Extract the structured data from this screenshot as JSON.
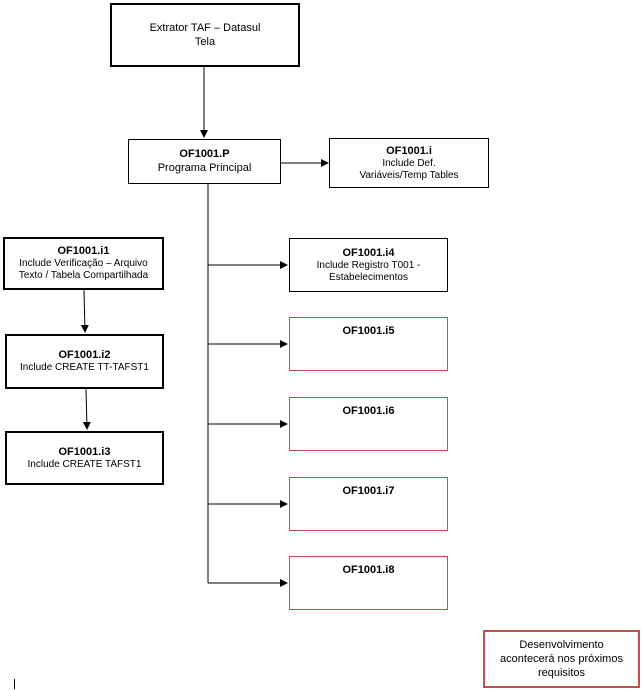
{
  "colors": {
    "line": "#000000",
    "red_border": "#c0504d"
  },
  "nodes": {
    "extrator": {
      "line1": "Extrator TAF – Datasul",
      "line2": "Tela"
    },
    "main": {
      "title": "OF1001.P",
      "subtitle": "Programa Principal"
    },
    "i": {
      "title": "OF1001.i",
      "desc": "Include Def. Variáveis/Temp Tables"
    },
    "i1": {
      "title": "OF1001.i1",
      "desc": "Include Verificação – Arquivo Texto / Tabela Compartilhada"
    },
    "i2": {
      "title": "OF1001.i2",
      "desc": "Include CREATE TT-TAFST1"
    },
    "i3": {
      "title": "OF1001.i3",
      "desc": "Include CREATE TAFST1"
    },
    "i4": {
      "title": "OF1001.i4",
      "desc": "Include Registro T001 - Estabelecimentos"
    },
    "i5": {
      "title": "OF1001.i5"
    },
    "i6": {
      "title": "OF1001.i6"
    },
    "i7": {
      "title": "OF1001.i7"
    },
    "i8": {
      "title": "OF1001.i8"
    }
  },
  "legend": {
    "text": "Desenvolvimento acontecerá nos próximos requisitos"
  }
}
